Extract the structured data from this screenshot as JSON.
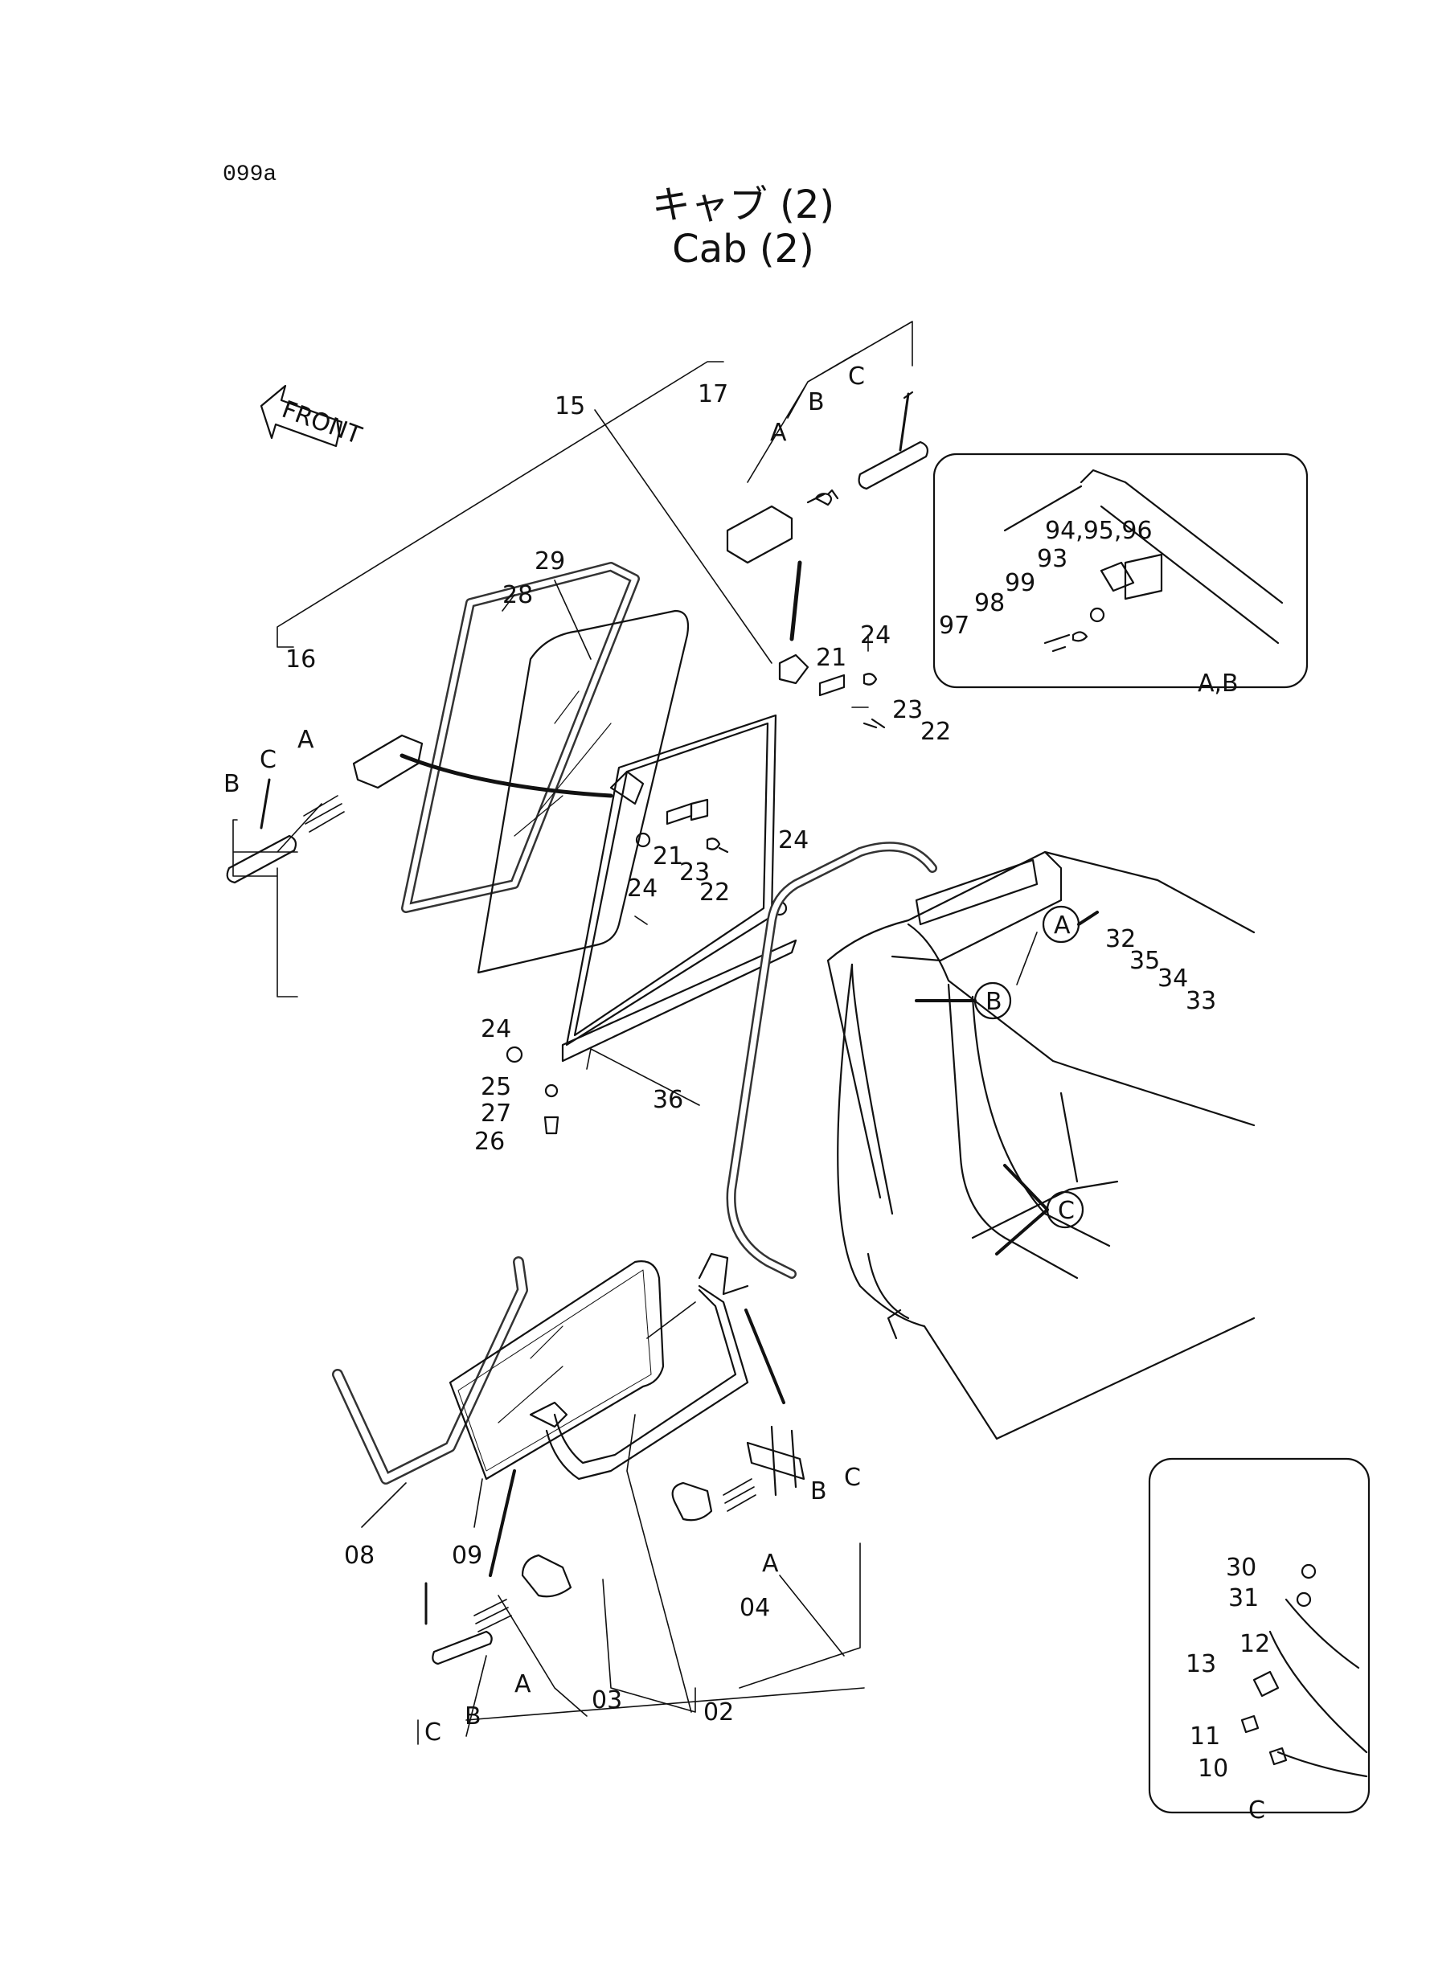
{
  "header": {
    "page_code": "099a",
    "title_jp": "キャブ (2)",
    "title_en": "Cab (2)"
  },
  "direction_marker": "FRONT",
  "part_numbers": {
    "p02": "02",
    "p03": "03",
    "p04": "04",
    "p08": "08",
    "p09": "09",
    "p10": "10",
    "p11": "11",
    "p12": "12",
    "p13": "13",
    "p15": "15",
    "p16": "16",
    "p17": "17",
    "p21a": "21",
    "p21b": "21",
    "p22a": "22",
    "p22b": "22",
    "p23a": "23",
    "p23b": "23",
    "p24a": "24",
    "p24b": "24",
    "p24c": "24",
    "p24d": "24",
    "p25": "25",
    "p26": "26",
    "p27": "27",
    "p28": "28",
    "p29": "29",
    "p30": "30",
    "p31": "31",
    "p32": "32",
    "p33": "33",
    "p34": "34",
    "p35": "35",
    "p36": "36",
    "p93": "93",
    "p94": "94,95,96",
    "p97": "97",
    "p98": "98",
    "p99": "99"
  },
  "sub_labels": {
    "A": "A",
    "B": "B",
    "C": "C"
  },
  "detail_boxes": {
    "ab_caption": "A,B",
    "c_caption": "C"
  }
}
